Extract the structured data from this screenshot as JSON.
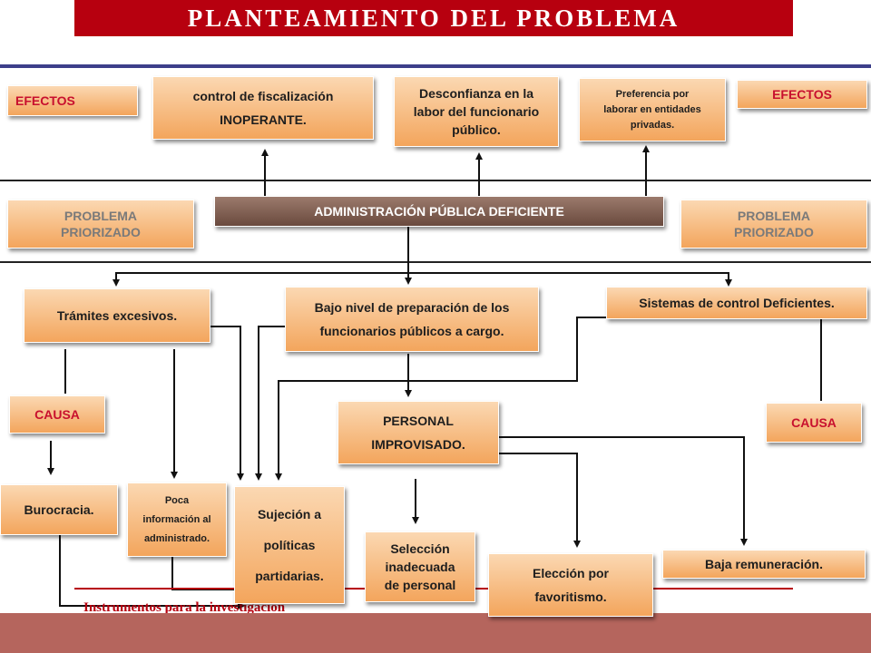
{
  "title": "PLANTEAMIENTO DEL PROBLEMA",
  "footer": "Instrumentos para la investigación",
  "labels": {
    "efectos_left": "EFECTOS",
    "efectos_right": "EFECTOS",
    "problema_left": "PROBLEMA\nPRIORIZADO",
    "problema_right": "PROBLEMA\nPRIORIZADO",
    "causa_left": "CAUSA",
    "causa_right": "CAUSA"
  },
  "central_problem": "ADMINISTRACIÓN PÚBLICA DEFICIENTE",
  "effects": [
    "control de fiscalización\nINOPERANTE.",
    "Desconfianza en la\nlabor del funcionario\npúblico.",
    "Preferencia por\nlaborar en entidades\nprivadas."
  ],
  "causes": [
    "Trámites excesivos.",
    "Bajo nivel de preparación de los\nfuncionarios públicos a cargo.",
    "Sistemas de control Deficientes."
  ],
  "sub_causes": {
    "personal": "PERSONAL\nIMPROVISADO.",
    "burocracia": "Burocracia.",
    "poca_info": "Poca\ninformación al\nadministrado.",
    "sujecion": "Sujeción a\npolíticas\npartidarias.",
    "seleccion": "Selección\ninadecuada\nde personal",
    "eleccion": "Elección por\nfavoritismo.",
    "baja": "Baja remuneración."
  },
  "colors": {
    "title_bg": "#b7000f",
    "box_gradient_top": "#fbd8b2",
    "box_gradient_bottom": "#f3a55c",
    "central_bg": "#7b5a4e",
    "label_red": "#c8102e",
    "bottom_band": "#b5655d"
  }
}
